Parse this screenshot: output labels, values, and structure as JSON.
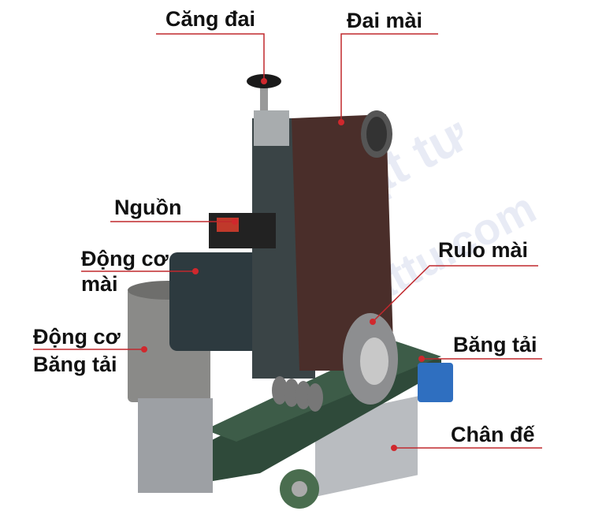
{
  "labels": {
    "belt_tension": "Căng đai",
    "sanding_belt": "Đai mài",
    "power": "Nguồn",
    "grinding_motor_line1": "Động  cơ",
    "grinding_motor_line2": "mài",
    "grinding_roller": "Rulo mài",
    "conveyor_motor_line1": "Động cơ",
    "conveyor_motor_line2": "Băng tải",
    "conveyor_belt": "Băng tải",
    "base": "Chân đế"
  },
  "watermark": {
    "line1": "vật tư",
    "line2": "hangvattu.com"
  },
  "colors": {
    "leader_line": "#c0282d",
    "belt": "#4a2e2a",
    "conveyor": "#2f4a3a",
    "motor": "#8a8a88",
    "accent_blue": "#2f6fc0"
  }
}
